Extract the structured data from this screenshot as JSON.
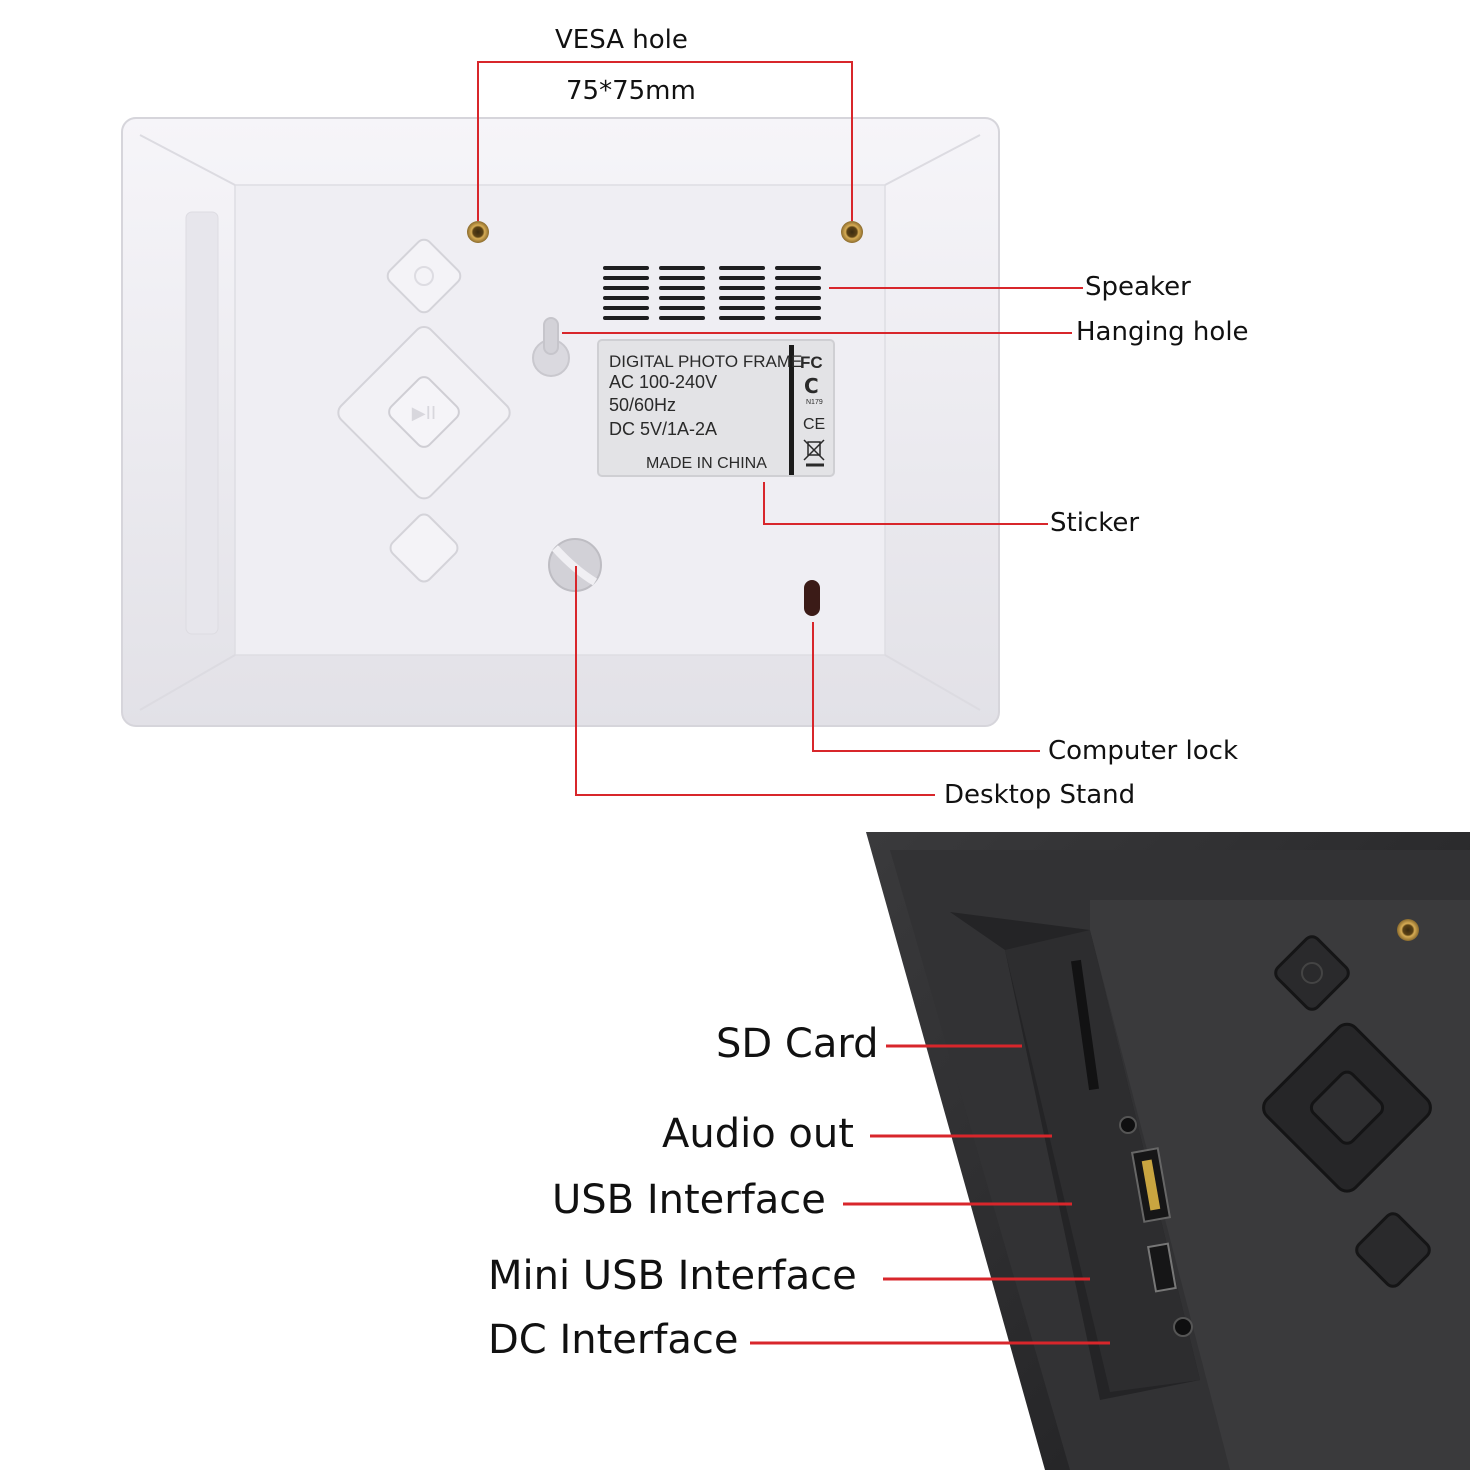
{
  "top_labels": {
    "vesa_hole": "VESA hole",
    "vesa_size": "75*75mm",
    "speaker": "Speaker",
    "hanging_hole": "Hanging hole",
    "sticker": "Sticker",
    "computer_lock": "Computer lock",
    "desktop_stand": "Desktop Stand"
  },
  "sticker": {
    "line1": "DIGITAL PHOTO FRAME",
    "line2": "AC 100-240V",
    "line3": "50/60Hz",
    "line4": "DC 5V/1A-2A",
    "line5": "MADE IN CHINA",
    "mark_fcc": "FC",
    "mark_ctick_code": "N179",
    "mark_ce": "CE"
  },
  "bottom_labels": {
    "sd_card": "SD Card",
    "audio_out": "Audio out",
    "usb_interface": "USB Interface",
    "mini_usb_interface": "Mini USB Interface",
    "dc_interface": "DC Interface"
  },
  "colors": {
    "leader_line": "#d8262b",
    "frame_white": "#ecebf1",
    "frame_black": "#2b2b2d"
  },
  "icons": [
    "power-icon",
    "play-pause-icon",
    "menu-button",
    "vesa-screw-hole",
    "speaker-grille",
    "hanging-hole",
    "stand-socket",
    "lock-slot"
  ]
}
